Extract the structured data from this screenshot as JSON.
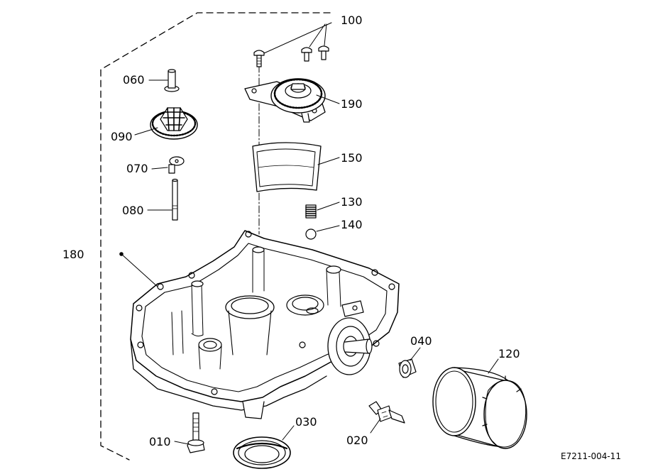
{
  "diagram": {
    "labels": {
      "p010": "010",
      "p020": "020",
      "p030": "030",
      "p040": "040",
      "p060": "060",
      "p070": "070",
      "p080": "080",
      "p090": "090",
      "p100": "100",
      "p120": "120",
      "p130": "130",
      "p140": "140",
      "p150": "150",
      "p180": "180",
      "p190": "190"
    },
    "reference": "E7211-004-11"
  }
}
